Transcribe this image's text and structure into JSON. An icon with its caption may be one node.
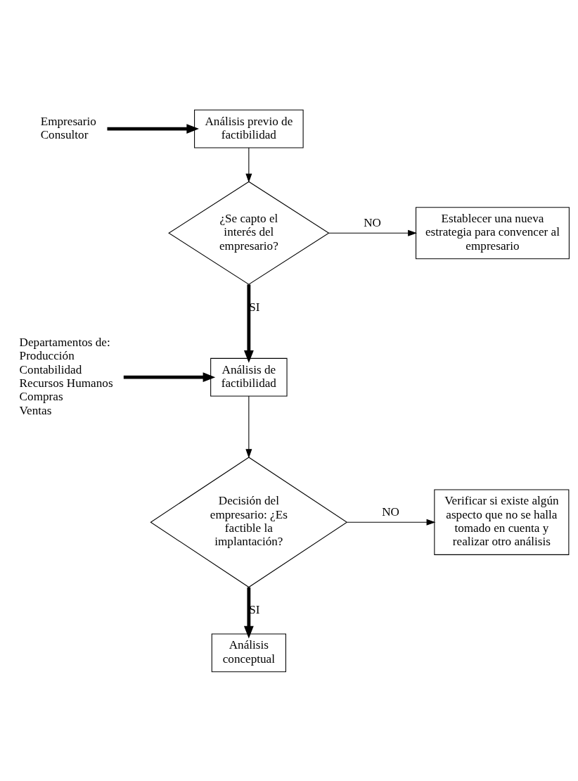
{
  "diagram": {
    "nodes": [
      {
        "text": [
          "Análisis previo de factibilidad"
        ]
      },
      {
        "text": [
          "Empresario",
          "Consultor"
        ]
      },
      {
        "text": [
          "¿Se capto el interés del empresario?"
        ]
      },
      {
        "text": [
          "Establecer una nueva estrategia para convencer al empresario"
        ]
      },
      {
        "text": [
          "Análisis de factibilidad"
        ]
      },
      {
        "text": [
          "Departamentos de:",
          "Producción",
          "Contabilidad",
          "Recursos Humanos",
          "Compras",
          "Ventas"
        ]
      },
      {
        "text": [
          "Decisión del empresario: ¿Es factible la implantación?"
        ]
      },
      {
        "text": [
          "Verificar si existe algún aspecto que no se halla tomado en cuenta y realizar otro análisis"
        ]
      },
      {
        "text": [
          "Análisis conceptual"
        ]
      }
    ],
    "edges": [
      {
        "from": 1,
        "to": 0,
        "arrow": "to",
        "style": "thick"
      },
      {
        "from": 0,
        "to": 2,
        "arrow": "to"
      },
      {
        "from": 2,
        "to": 3,
        "arrow": "to",
        "label": "NO"
      },
      {
        "from": 2,
        "to": 4,
        "arrow": "to",
        "label": "SI",
        "style": "thick"
      },
      {
        "from": 5,
        "to": 4,
        "arrow": "to",
        "style": "thick"
      },
      {
        "from": 4,
        "to": 6,
        "arrow": "to"
      },
      {
        "from": 6,
        "to": 7,
        "arrow": "to",
        "label": "NO"
      },
      {
        "from": 6,
        "to": 8,
        "arrow": "to",
        "label": "SI",
        "style": "thick"
      }
    ]
  }
}
